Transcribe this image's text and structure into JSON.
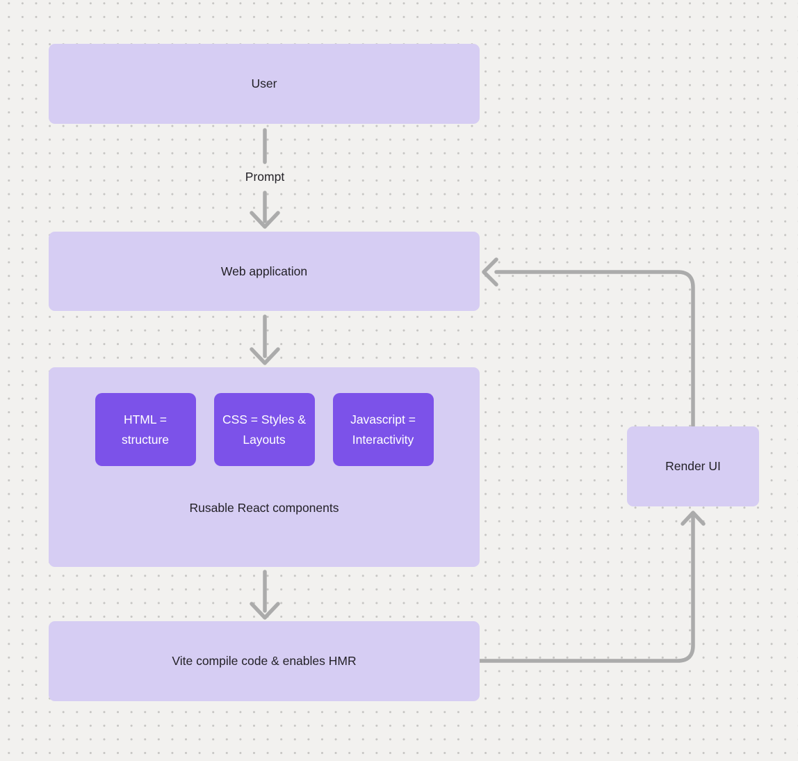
{
  "diagram": {
    "colors": {
      "background": "#f2f1ef",
      "dot": "#c6c5c3",
      "node_fill": "#d6cdf3",
      "chip_fill": "#7c52e9",
      "node_text": "#232127",
      "chip_text": "#ffffff",
      "connector": "#ababab"
    },
    "nodes": {
      "user": {
        "label": "User"
      },
      "web_application": {
        "label": "Web application"
      },
      "react_components": {
        "chips": [
          {
            "label": "HTML = structure"
          },
          {
            "label": "CSS = Styles & Layouts"
          },
          {
            "label": "Javascript = Interactivity"
          }
        ],
        "caption": "Rusable React components"
      },
      "vite": {
        "label": "Vite compile code & enables HMR"
      },
      "render_ui": {
        "label": "Render UI"
      }
    },
    "edges": {
      "prompt": {
        "label": "Prompt"
      }
    }
  }
}
